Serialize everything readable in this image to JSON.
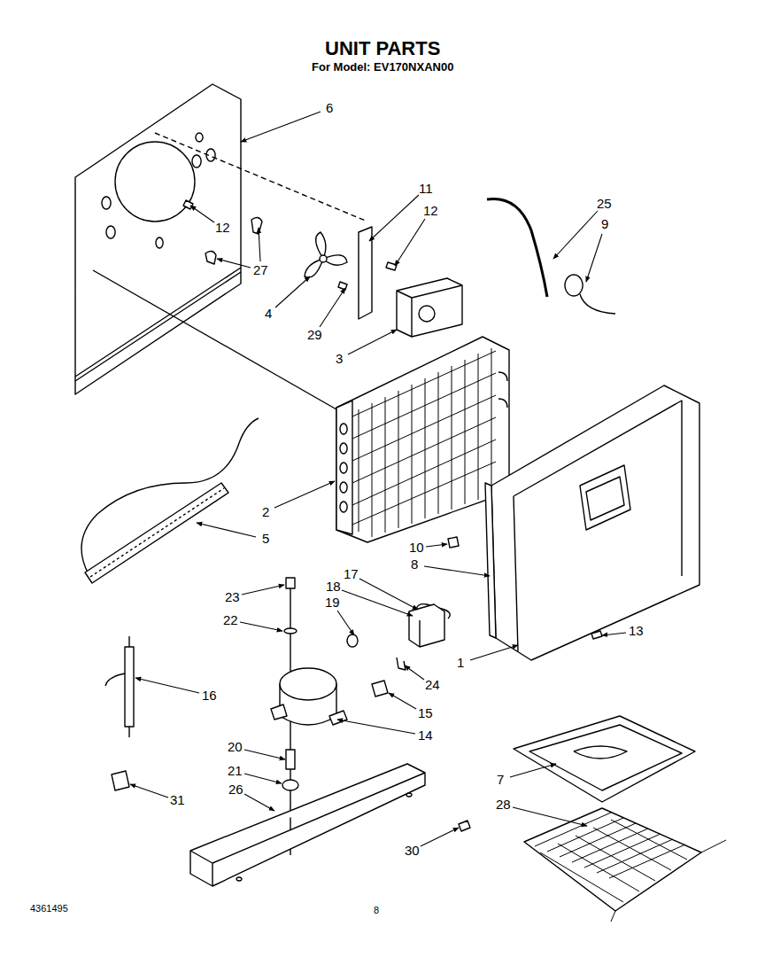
{
  "diagram": {
    "title": "UNIT PARTS",
    "labels": [
      "For Model: EV170NXAN00",
      "6",
      "11",
      "12",
      "25",
      "9",
      "12",
      "27",
      "4",
      "29",
      "3",
      "2",
      "5",
      "10",
      "8",
      "17",
      "18",
      "23",
      "19",
      "22",
      "13",
      "1",
      "24",
      "16",
      "15",
      "14",
      "20",
      "21",
      "26",
      "31",
      "7",
      "28",
      "30",
      "4361495",
      "8"
    ]
  }
}
